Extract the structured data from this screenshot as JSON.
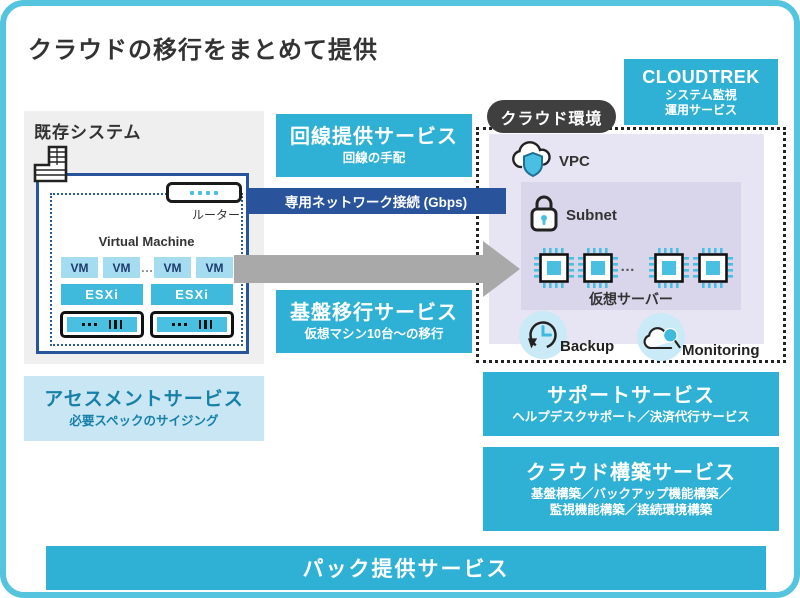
{
  "title": "クラウドの移行をまとめて提供",
  "existing_system": {
    "label": "既存システム",
    "router_label": "ルーター",
    "vm_title": "Virtual Machine",
    "vm_label": "VM",
    "vm_ellipsis": "…",
    "esxi_label": "ESXi"
  },
  "services": {
    "line": {
      "title": "回線提供サービス",
      "subtitle": "回線の手配"
    },
    "network_bar": "専用ネットワーク接続 (Gbps)",
    "migration": {
      "title": "基盤移行サービス",
      "subtitle": "仮想マシン10台～の移行"
    },
    "assessment": {
      "title": "アセスメントサービス",
      "subtitle": "必要スペックのサイジング"
    },
    "support": {
      "title": "サポートサービス",
      "subtitle": "ヘルプデスクサポート／決済代行サービス"
    },
    "build": {
      "title": "クラウド構築サービス",
      "subtitle_lines": [
        "基盤構築／バックアップ機能構築／",
        "監視機能構築／接続環境構築"
      ]
    },
    "pack": {
      "title": "パック提供サービス"
    }
  },
  "cloud": {
    "env_label": "クラウド環境",
    "brand": {
      "name": "CLOUDTREK",
      "subtitle_lines": [
        "システム監視",
        "運用サービス"
      ]
    },
    "vpc_label": "VPC",
    "subnet_label": "Subnet",
    "vserver_label": "仮想サーバー",
    "vserver_ellipsis": "…",
    "backup_label": "Backup",
    "monitoring_label": "Monitoring"
  },
  "icons": [
    "building-icon",
    "router-icon",
    "server-icon",
    "vpc-shield-cloud-icon",
    "subnet-lock-icon",
    "vcpu-chip-icon",
    "backup-restore-clock-icon",
    "monitoring-cloud-magnifier-icon"
  ],
  "colors": {
    "cyan": "#2FB1D5",
    "dark_blue": "#29549B",
    "navy_border": "#27549B",
    "dotted_blue": "#2B5AA5",
    "frame_border": "#55C4DE",
    "gray_panel": "#EFEFEF",
    "arrow_gray": "#A9A9A9",
    "assessment_bg": "#C8E6F3",
    "assessment_text": "#1780A9",
    "lavender": "#E7E5F3",
    "subnet_bg": "#D9D6EB",
    "pill_bg": "#3F3F3F",
    "vm_bg": "#A5DCEF",
    "vm_text": "#1C3B6E",
    "esxi_bg": "#3FB9DC",
    "chip_cyan": "#49C0E2",
    "icon_circle_bg": "#C9EAF6",
    "text_dark": "#333333"
  }
}
